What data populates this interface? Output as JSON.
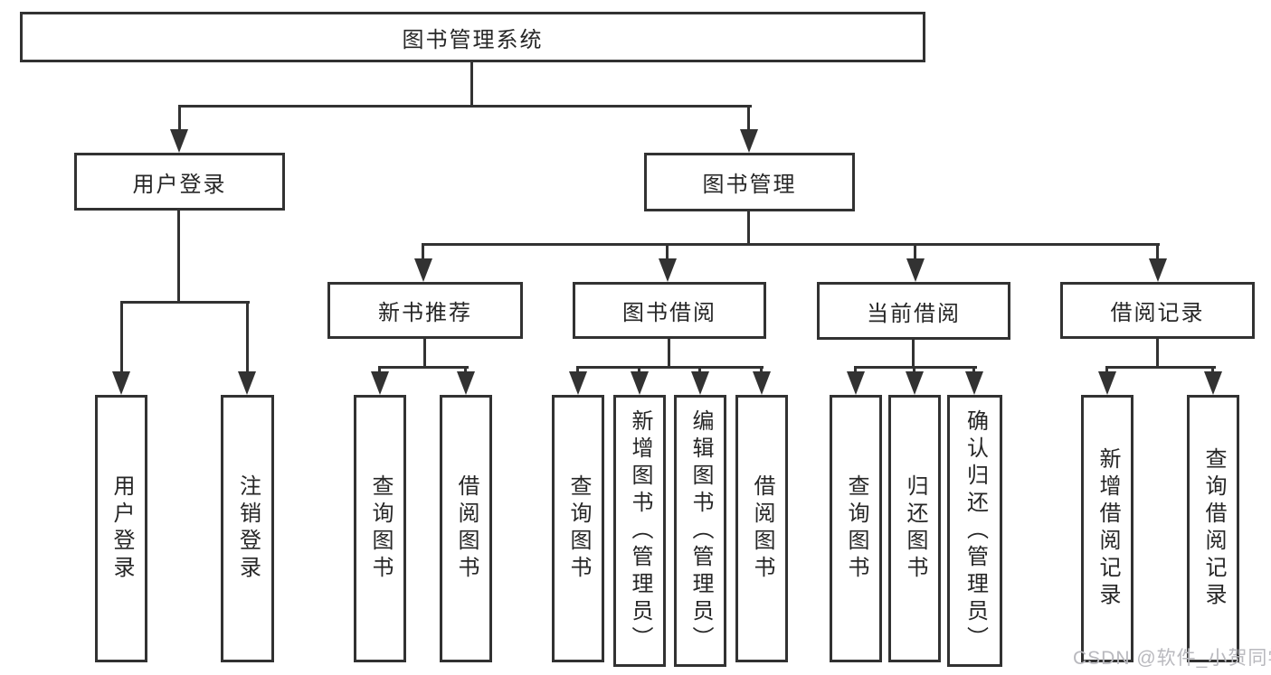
{
  "watermark": "CSDN @软件_小贺同学",
  "colors": {
    "background": "#ffffff",
    "line": "#323232",
    "text": "#262626",
    "watermark": "#b9b9be"
  },
  "nodes": {
    "root": {
      "label": "图书管理系统"
    },
    "user_login": {
      "label": "用户登录"
    },
    "book_management": {
      "label": "图书管理"
    },
    "new_book_recommend": {
      "label": "新书推荐"
    },
    "book_borrow": {
      "label": "图书借阅"
    },
    "current_borrow": {
      "label": "当前借阅"
    },
    "borrow_records": {
      "label": "借阅记录"
    },
    "leaves": {
      "user_login": {
        "label": "用户登录"
      },
      "logout": {
        "label": "注销登录"
      },
      "nb_query_books": {
        "label": "查询图书"
      },
      "nb_borrow_books": {
        "label": "借阅图书"
      },
      "bw_query_books": {
        "label": "查询图书"
      },
      "bw_add_books": {
        "label": "新增图书（管理员）"
      },
      "bw_edit_books": {
        "label": "编辑图书（管理员）"
      },
      "bw_borrow_books": {
        "label": "借阅图书"
      },
      "cu_query_books": {
        "label": "查询图书"
      },
      "cu_return_books": {
        "label": "归还图书"
      },
      "cu_confirm_return": {
        "label": "确认归还（管理员）"
      },
      "rc_add_record": {
        "label": "新增借阅记录"
      },
      "rc_query_record": {
        "label": "查询借阅记录"
      }
    }
  }
}
